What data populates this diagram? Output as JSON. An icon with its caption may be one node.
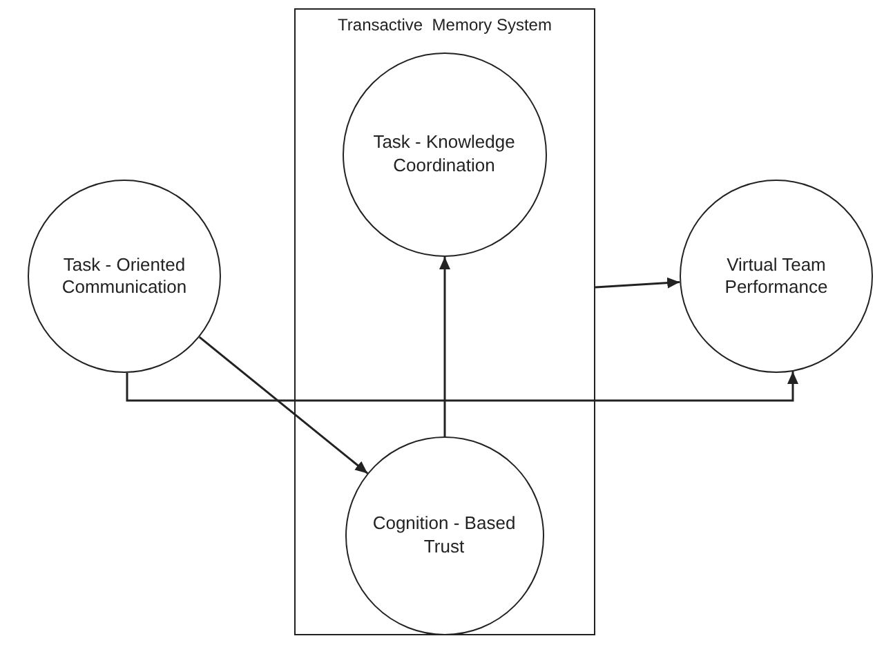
{
  "diagram": {
    "nodes": [
      {
        "text": [
          "Transactive  Memory System"
        ]
      },
      {
        "text": [
          "Task - Oriented Communication"
        ]
      },
      {
        "text": [
          "Task - Knowledge Coordination"
        ],
        "in": 0
      },
      {
        "text": [
          "Virtual Team Performance"
        ]
      },
      {
        "text": [
          "Cognition - Based Trust"
        ],
        "in": 0
      }
    ],
    "edges": [
      {
        "from": 1,
        "to": 4,
        "arrow": "to"
      },
      {
        "from": 4,
        "to": 2,
        "arrow": "to"
      },
      {
        "from": 0,
        "to": 3,
        "arrow": "to"
      },
      {
        "from": 1,
        "to": 3,
        "arrow": "to"
      }
    ]
  }
}
